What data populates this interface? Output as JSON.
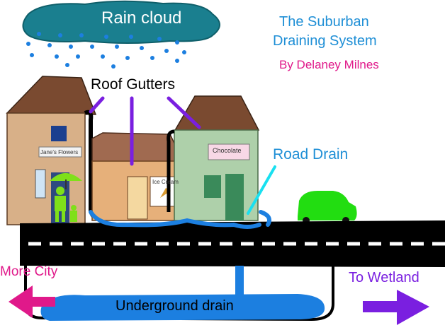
{
  "title_line1": "The Suburban",
  "title_line2": "Draining System",
  "author": "By Delaney Milnes",
  "labels": {
    "rain_cloud": "Rain cloud",
    "roof_gutters": "Roof Gutters",
    "road_drain": "Road Drain",
    "more_city": "More City",
    "to_wetland": "To Wetland",
    "underground_drain": "Underground drain"
  },
  "shops": {
    "flowers": "Jane's Flowers",
    "ice_cream": "Ice Cream",
    "chocolate": "Chocolate"
  },
  "colors": {
    "water": "#1c7fe0",
    "title": "#1f8fd6",
    "author": "#e0198a",
    "gutter_pointer": "#7a1fe0",
    "road_drain_pointer": "#19e0f0",
    "car": "#22dd11",
    "cloud": "#1a7f8f"
  }
}
